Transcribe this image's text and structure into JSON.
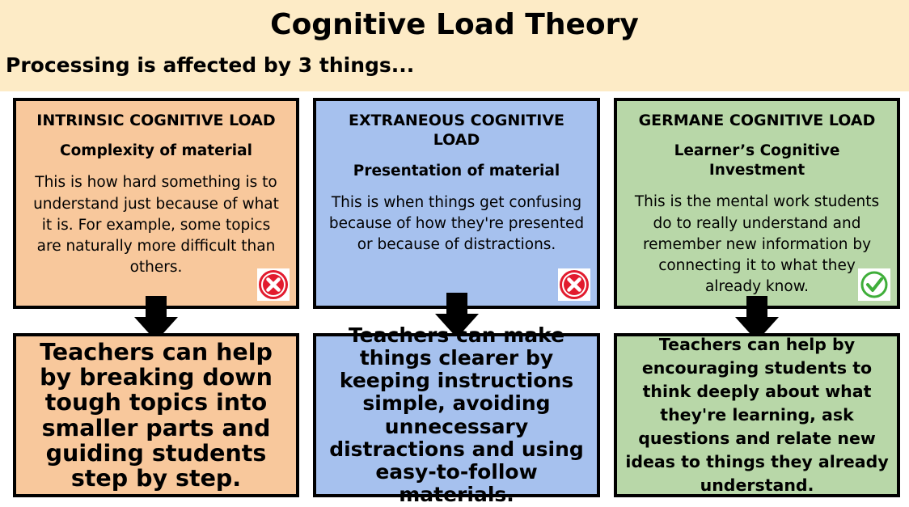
{
  "title": "Cognitive Load Theory",
  "subtitle": "Processing is affected by 3 things...",
  "colors": {
    "header_bg": "#fdebc6",
    "orange": "#f8c89c",
    "blue": "#a6c1ee",
    "green": "#b8d7a8",
    "cross": "#e21b2e",
    "check": "#3fae3a"
  },
  "columns": [
    {
      "heading": "INTRINSIC COGNITIVE LOAD",
      "subheading": "Complexity of material",
      "description": "This is how hard something is to understand just because of what it is. For example, some topics are naturally more difficult than others.",
      "status_icon": "cross-icon",
      "teacher_text": "Teachers can help by breaking down tough topics into smaller parts and guiding students step by step."
    },
    {
      "heading": "EXTRANEOUS COGNITIVE LOAD",
      "subheading": "Presentation of material",
      "description": "This is when things get confusing because of how they're presented or because of distractions.",
      "status_icon": "cross-icon",
      "teacher_text": "Teachers can make things clearer by keeping instructions simple, avoiding unnecessary distractions and using easy-to-follow materials."
    },
    {
      "heading": "GERMANE COGNITIVE LOAD",
      "subheading": "Learner’s Cognitive Investment",
      "description": "This is the mental work students do to really understand and remember new information by connecting it to what they already know.",
      "status_icon": "check-icon",
      "teacher_text": "Teachers can help by encouraging students to think deeply about what they're learning, ask questions and relate new ideas to things they already understand."
    }
  ]
}
